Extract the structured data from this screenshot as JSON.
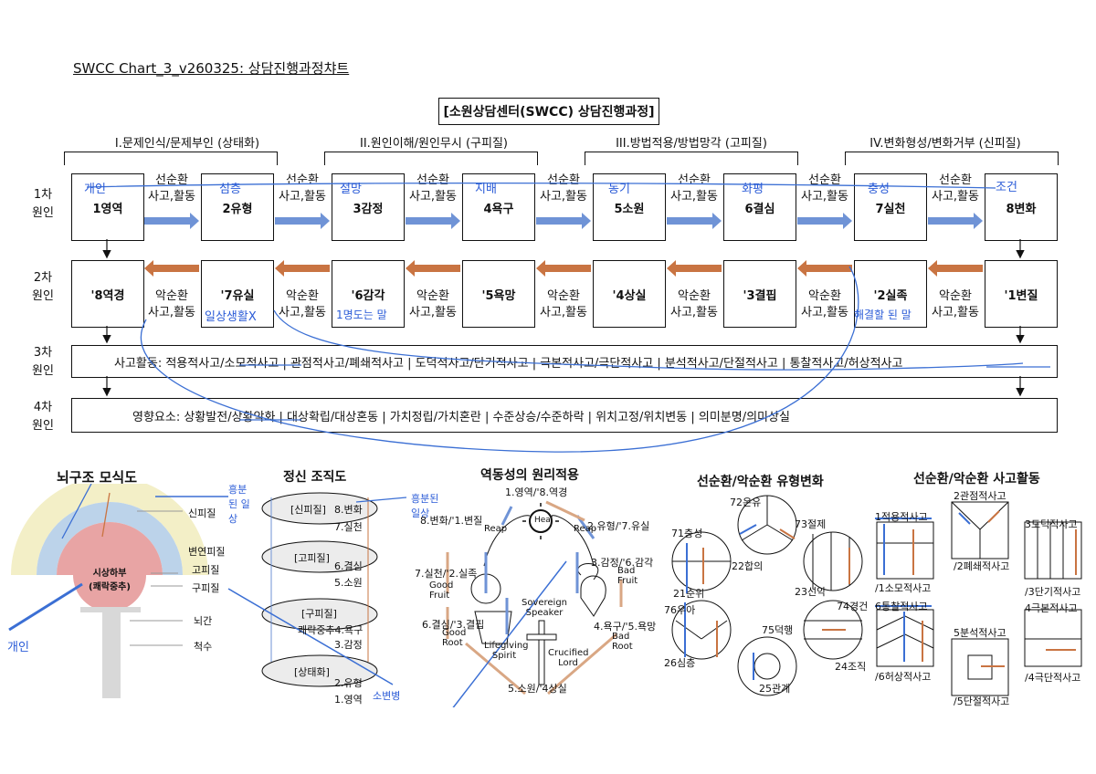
{
  "doc_title": "SWCC Chart_3_v260325: 상담진행과정챠트",
  "center_title": "[소원상담센터(SWCC) 상담진행과정]",
  "phases": [
    "I.문제인식/문제부인 (상태화)",
    "II.원인이해/원인무시 (구피질)",
    "III.방법적용/방법망각 (고피질)",
    "IV.변화형성/변화거부 (신피질)"
  ],
  "rows": [
    {
      "num": "1차",
      "word": "원인"
    },
    {
      "num": "2차",
      "word": "원인"
    },
    {
      "num": "3차",
      "word": "원인"
    },
    {
      "num": "4차",
      "word": "원인"
    }
  ],
  "row1_boxes": [
    "1영역",
    "2유형",
    "3감정",
    "4욕구",
    "5소원",
    "6결심",
    "7실천",
    "8변화"
  ],
  "row1_conn": {
    "line1": "선순환",
    "line2": "사고,활동"
  },
  "row2_boxes": [
    "'8역경",
    "'7유실",
    "'6감각",
    "'5욕망",
    "'4상실",
    "'3결핍",
    "'2실족",
    "'1변질"
  ],
  "row2_conn": {
    "line1": "악순환",
    "line2": "사고,활동"
  },
  "row3_text": "사고활동: 적용적사고/소모적사고 | 관점적사고/폐쇄적사고 | 도덕적사고/단기적사고 | 극본적사고/극단적사고 | 분석적사고/단절적사고 | 통찰적사고/허상적사고",
  "row4_text": "영향요소: 상황발전/상황악화   |   대상확립/대상혼동   |   가치정립/가치혼란   |   수준상승/수준하락   |   위치고정/위치변동   |   의미분명/의미상실",
  "handwriting_row1": [
    "개인",
    "심층",
    "절망",
    "지배",
    "동기",
    "화평",
    "충성",
    "조건"
  ],
  "handwriting_row2": [
    "일상생활X",
    "1명도는 말",
    "해결할 된 말"
  ],
  "brain": {
    "title": "뇌구조 모식도",
    "center_line1": "시상하부",
    "center_line2": "(쾌락중추)",
    "labels": [
      "신피질",
      "변연피질",
      "고피질",
      "구피질",
      "뇌간",
      "척수"
    ],
    "hand_top": "흥분된 일상",
    "hand_left": "개인"
  },
  "mind": {
    "title": "정신 조직도",
    "layers": [
      {
        "name": "[신피질]",
        "items": [
          "8.변화",
          "7.실천"
        ]
      },
      {
        "name": "[고피질]",
        "items": [
          "6.결심",
          "5.소원"
        ]
      },
      {
        "name": "[구피질]",
        "items": [
          "쾌락중추4.욕구",
          "3.감정"
        ]
      },
      {
        "name": "[상태화]",
        "items": [
          "2.유형",
          "1.영역"
        ]
      }
    ],
    "hand_top": "흥분된 일상",
    "hand_bottom": "소변병"
  },
  "dynamics": {
    "title": "역동성의 원리적용",
    "top": "1.영역/'8.역경",
    "left_items": [
      "8.변화/'1.변질",
      "7.실천/'2.실족",
      "6.결심/'3.결핍"
    ],
    "right_items": [
      "2.유형/'7.유실",
      "3.감정/'6.감각",
      "4.욕구/'5.욕망"
    ],
    "bottom": "5.소원/'4상실",
    "reap_left": "Reap",
    "reap_right": "Reap",
    "sun": "Heal",
    "good_fruit": "Good Fruit",
    "bad_fruit": "Bad Fruit",
    "good_root": "Good Root",
    "bad_root": "Bad Root",
    "speaker": "Sovereign Speaker",
    "lord": "Crucified Lord",
    "spirit": "Lifegiving Spirit"
  },
  "types": {
    "title": "선순환/악순환 유형변화",
    "labels": [
      "72온유",
      "71충성",
      "73절제",
      "22합의",
      "21순위",
      "23선악",
      "76우아",
      "74경건",
      "75덕행",
      "26심층",
      "24조직",
      "25관계"
    ]
  },
  "thinking": {
    "title": "선순환/악순환 사고활동",
    "labels": [
      "1적용적사고",
      "/1소모적사고",
      "2관점적사고",
      "/2폐쇄적사고",
      "3도덕적사고",
      "/3단기적사고",
      "6통찰적사고",
      "/6허상적사고",
      "5분석적사고",
      "/5단절적사고",
      "4극본적사고",
      "/4극단적사고"
    ]
  },
  "colors": {
    "blue": "#3b6fd4",
    "orange": "#c9753f",
    "light_blue": "#bcd3ea",
    "pink": "#e8a4a4",
    "yellow": "#f3efc7"
  }
}
